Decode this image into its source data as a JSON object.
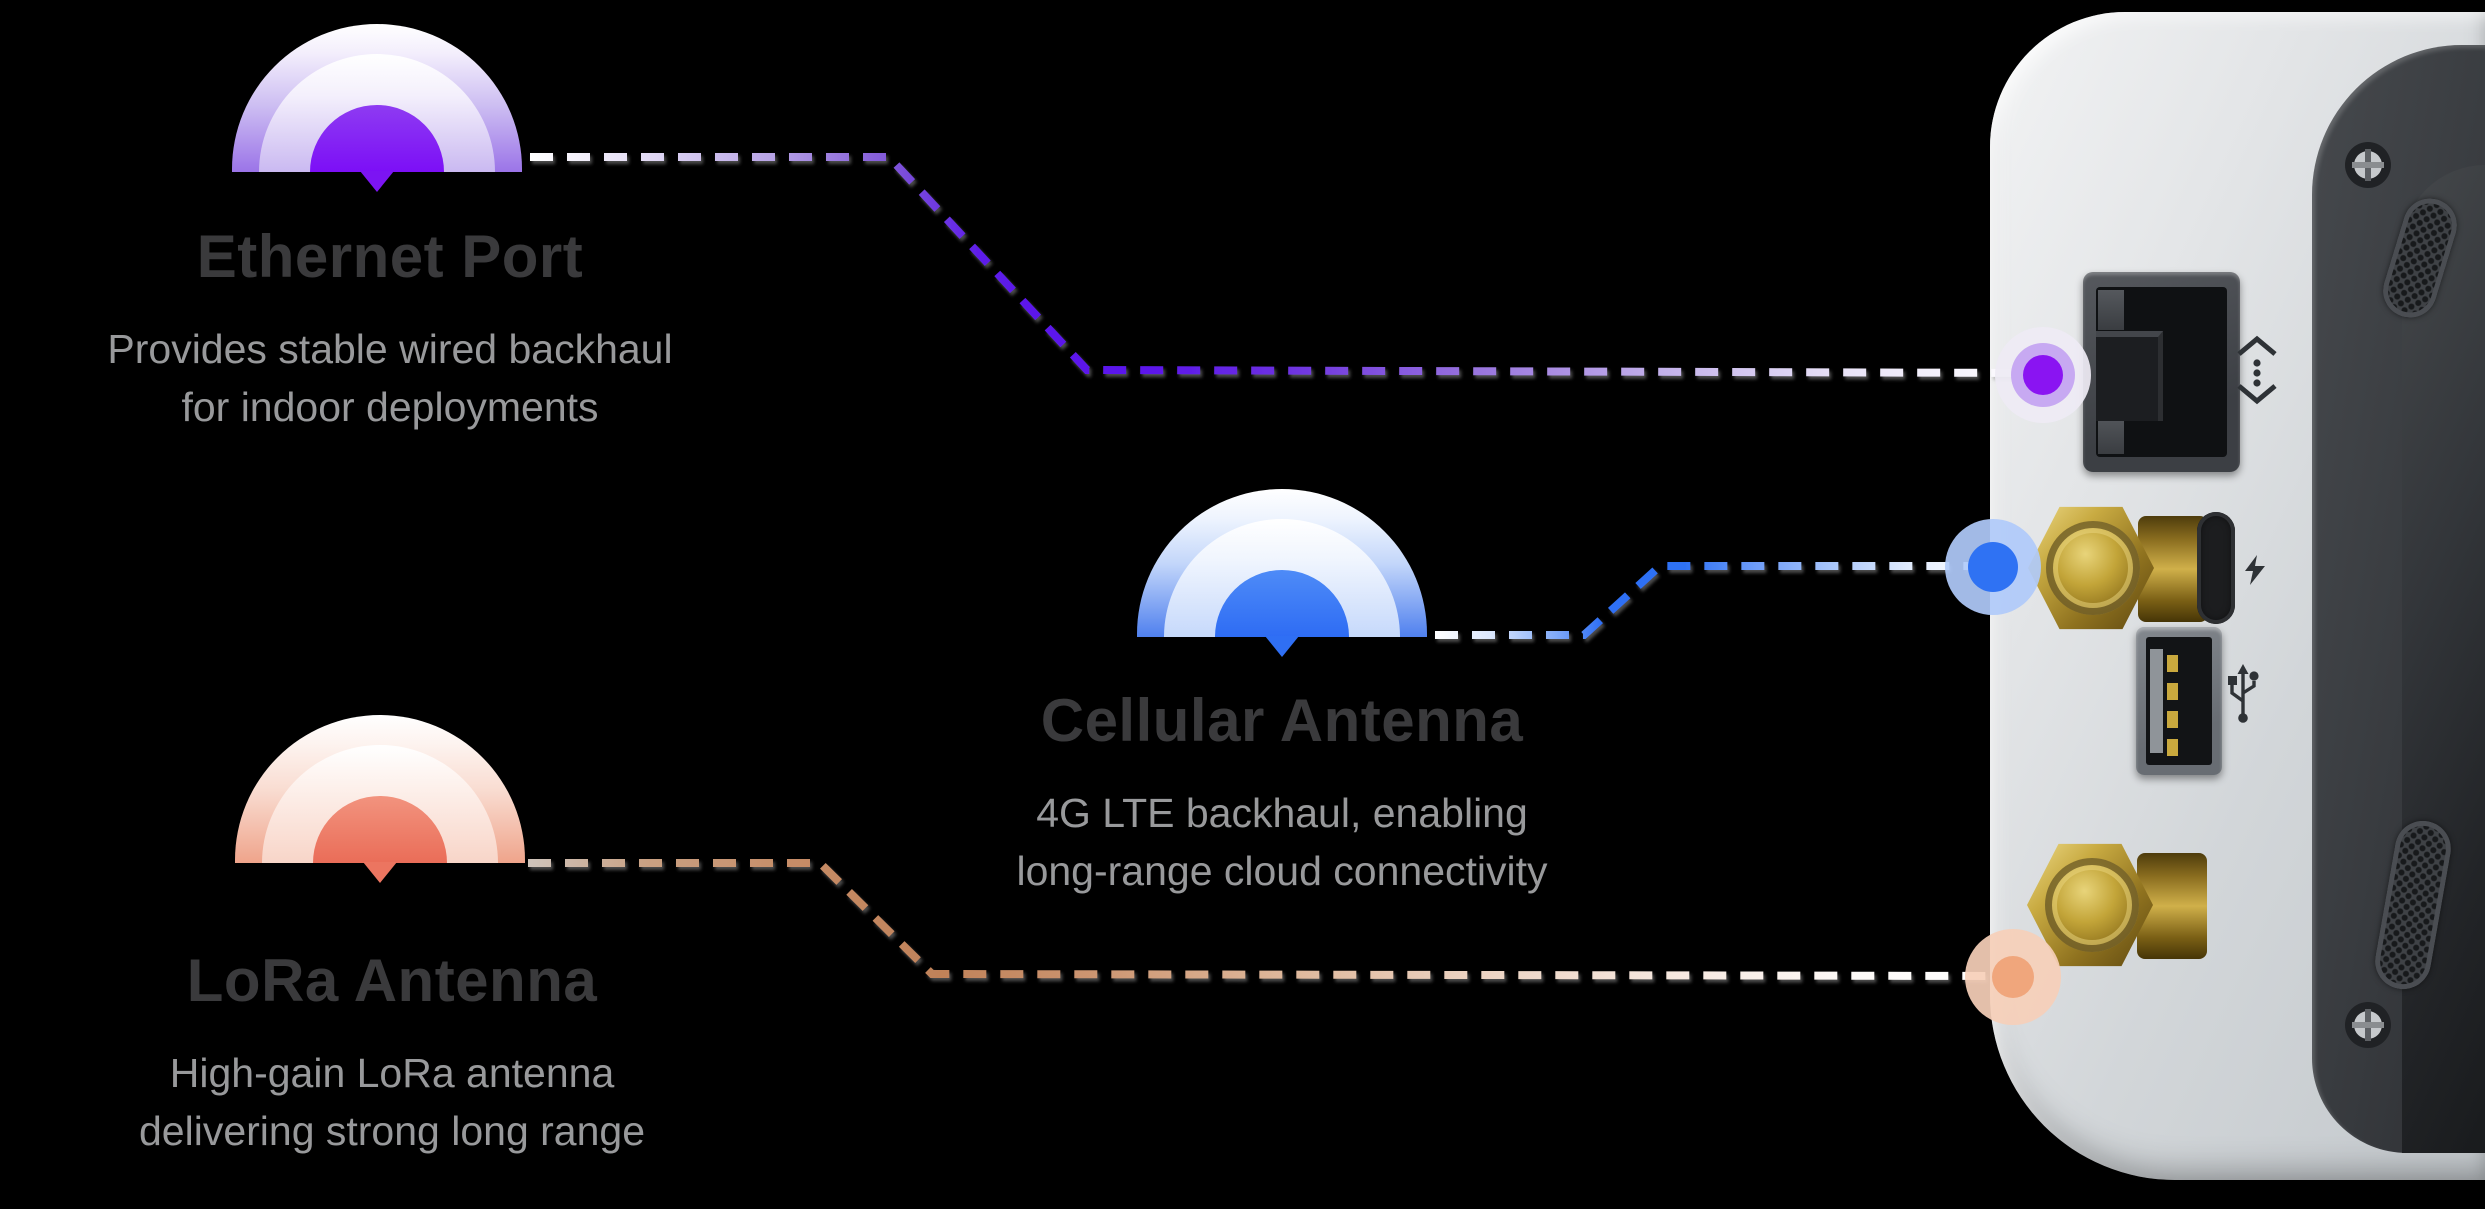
{
  "page": {
    "background_color": "#000000"
  },
  "annotations": [
    {
      "id": "ethernet-port",
      "title": "Ethernet Port",
      "description_line1": "Provides stable wired backhaul",
      "description_line2": "for indoor deployments",
      "accent_color": "#7c14f3",
      "marker_icon": "signal-arc-icon",
      "dot_color": "#8a14f2"
    },
    {
      "id": "cellular-antenna",
      "title": "Cellular Antenna",
      "description_line1": "4G LTE backhaul, enabling",
      "description_line2": "long-range cloud connectivity",
      "accent_color": "#2f6ff4",
      "marker_icon": "signal-arc-icon",
      "dot_color": "#2f72f3"
    },
    {
      "id": "lora-antenna",
      "title": "LoRa Antenna",
      "description_line1": "High-gain LoRa antenna",
      "description_line2": "delivering strong long range",
      "accent_color": "#ec7560",
      "marker_icon": "signal-arc-icon",
      "dot_color": "#f0a67c"
    }
  ],
  "device": {
    "name": "iot-gateway-side-panel",
    "ports": [
      {
        "name": "ethernet-rj45-port",
        "icon": "ethernet-arrows-icon"
      },
      {
        "name": "cellular-sma-connector"
      },
      {
        "name": "usb-c-power-port",
        "icon": "lightning-icon"
      },
      {
        "name": "usb-a-port",
        "icon": "usb-trident-icon"
      },
      {
        "name": "lora-sma-connector"
      }
    ],
    "details": [
      "screw-icon",
      "speaker-grille",
      "screw-icon",
      "speaker-grille"
    ]
  }
}
